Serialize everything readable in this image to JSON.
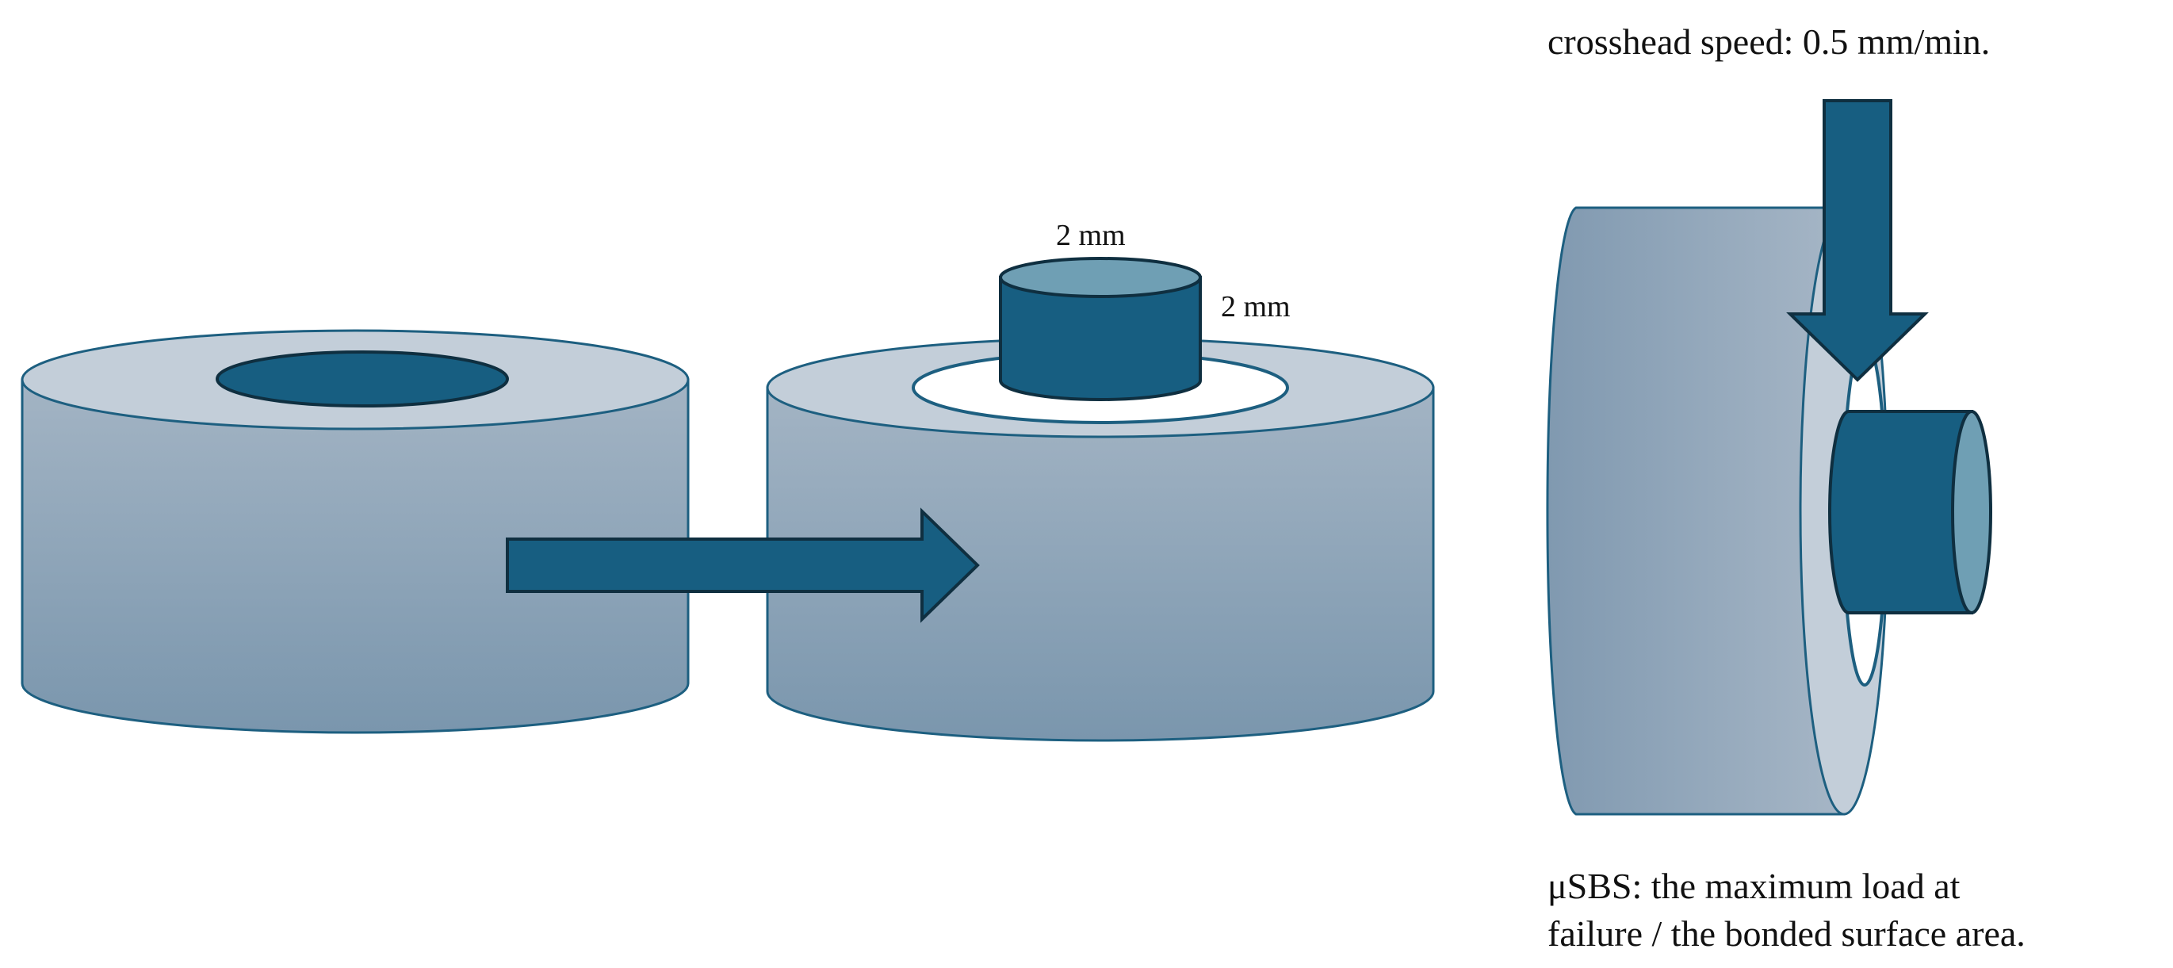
{
  "labels": {
    "crosshead_speed": "crosshead speed: 0.5 mm/min.",
    "dimension_diameter": "2 mm",
    "dimension_height": "2 mm",
    "formula_line1": "μSBS: the maximum load at",
    "formula_line2": "failure / the bonded surface area."
  },
  "colors": {
    "accent": "#175e81",
    "accent_light": "#6f9fb4",
    "body_top": "#a3b4c4",
    "body_bottom": "#7a96ad",
    "top_face": "#c3ced9",
    "hole": "#ffffff",
    "outline": "#1d5f80"
  }
}
